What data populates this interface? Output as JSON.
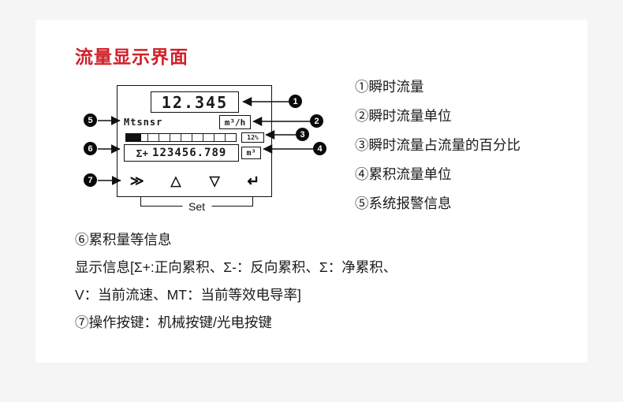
{
  "page": {
    "title": "流量显示界面"
  },
  "colors": {
    "accent_red": "#d0202a",
    "ink": "#111111"
  },
  "device": {
    "display_value": "12.345",
    "alarm_text": "Mtsnsr",
    "instant_unit": "m³/h",
    "percent_value": "12%",
    "total_prefix": "Σ+",
    "total_value": "123456.789",
    "total_unit": "m³",
    "set_label": "Set",
    "buttons": [
      {
        "name": "skip",
        "symbol": "≫"
      },
      {
        "name": "up",
        "symbol": "△"
      },
      {
        "name": "down",
        "symbol": "▽"
      },
      {
        "name": "enter",
        "symbol": "↵"
      }
    ]
  },
  "badges": [
    "1",
    "2",
    "3",
    "4",
    "5",
    "6",
    "7"
  ],
  "legend": [
    "①瞬时流量",
    "②瞬时流量单位",
    "③瞬时流量占流量的百分比",
    "④累积流量单位",
    "⑤系统报警信息"
  ],
  "notes": [
    "⑥累积量等信息",
    "显示信息[Σ+:正向累积、Σ-：反向累积、Σ：净累积、",
    "V：当前流速、MT：当前等效电导率]",
    "⑦操作按键：机械按键/光电按键"
  ]
}
